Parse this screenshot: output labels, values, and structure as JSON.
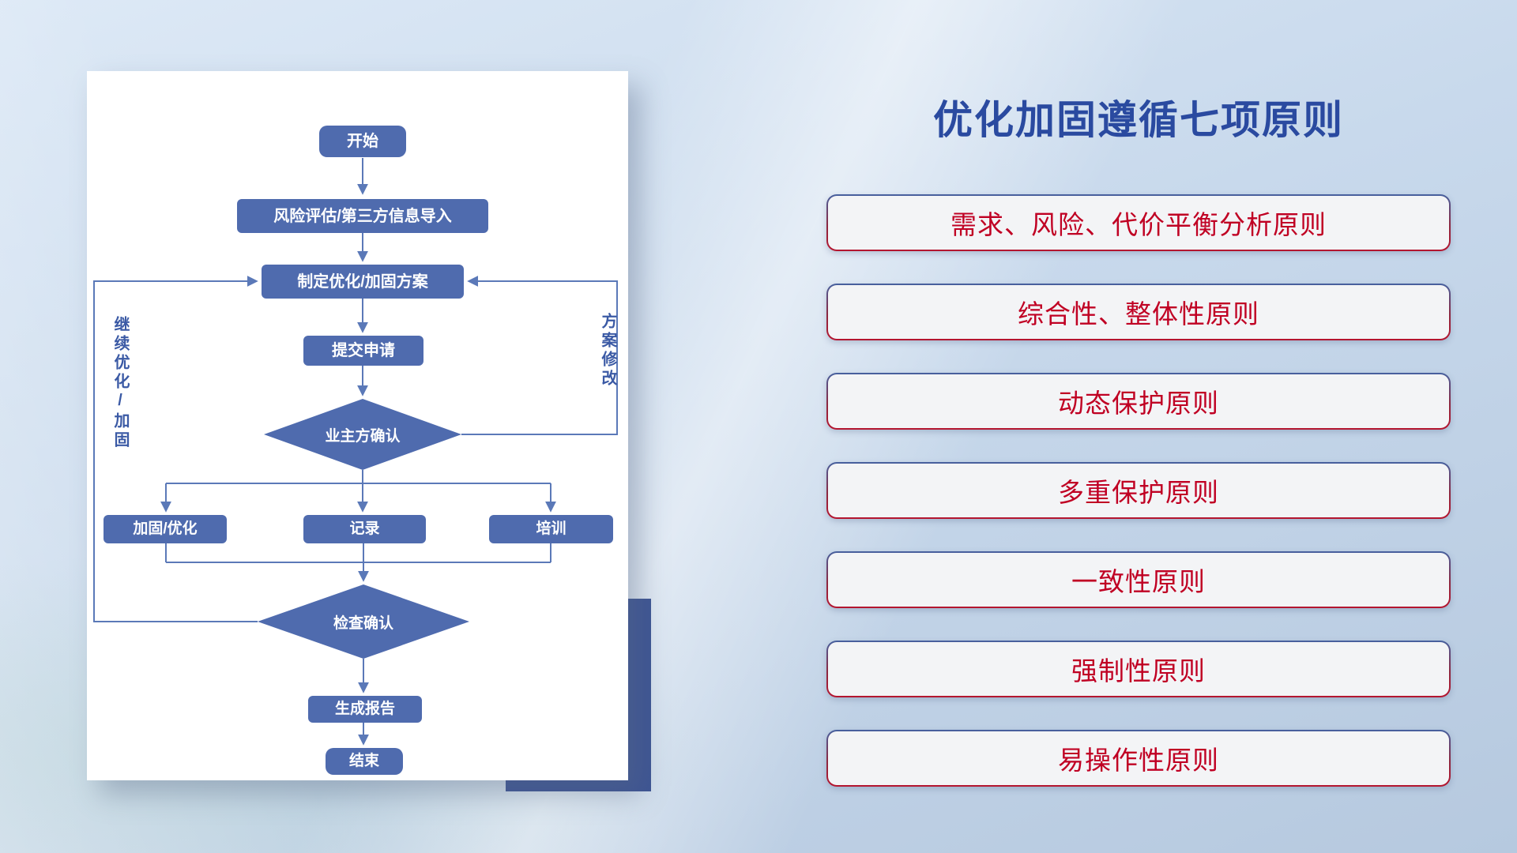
{
  "flowchart": {
    "nodes": {
      "start": "开始",
      "risk_import": "风险评估/第三方信息导入",
      "make_plan": "制定优化/加固方案",
      "submit": "提交申请",
      "owner_confirm": "业主方确认",
      "reinforce": "加固/优化",
      "record": "记录",
      "training": "培训",
      "check_confirm": "检查确认",
      "report": "生成报告",
      "end": "结束"
    },
    "loop_labels": {
      "left": "继续优化/加固",
      "right": "方案修改"
    },
    "colors": {
      "node_fill": "#4f6bae",
      "connector": "#5b79b8",
      "loop_label_text": "#3b5aa5",
      "accent_rect": "#3d5493",
      "card_background": "#ffffff"
    }
  },
  "panel": {
    "title": "优化加固遵循七项原则",
    "principles": [
      "需求、风险、代价平衡分析原则",
      "综合性、整体性原则",
      "动态保护原则",
      "多重保护原则",
      "一致性原则",
      "强制性原则",
      "易操作性原则"
    ],
    "colors": {
      "title_text": "#2a4aa0",
      "principle_text": "#c00023",
      "principle_background": "#f3f4f6",
      "border_top": "#46619f",
      "border_bottom": "#b5152f"
    }
  }
}
